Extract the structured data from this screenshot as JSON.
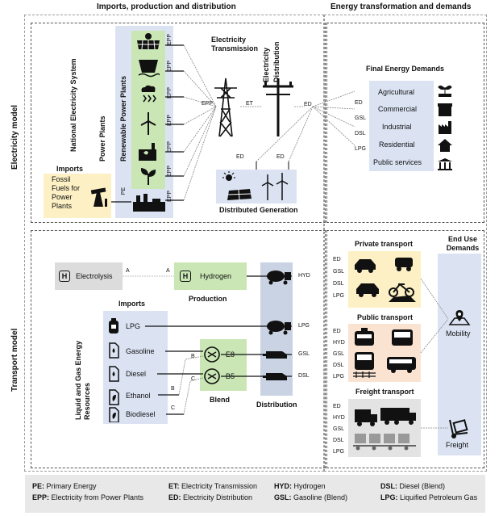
{
  "headers": {
    "left": "Imports, production and distribution",
    "right": "Energy transformation and demands"
  },
  "models": {
    "electricity": "Electricity model",
    "transport": "Transport model"
  },
  "electricity": {
    "national_system": "National Electricity System",
    "power_plants": "Power Plants",
    "renewable_plants": "Renewable Power Plants",
    "epp": "EPP",
    "pe": "PE",
    "imports_title": "Imports",
    "fossil": [
      "Fossil",
      "Fuels for",
      "Power",
      "Plants"
    ],
    "transmission": "Electricity Transmission",
    "distribution": "Electricity Distribution",
    "et": "ET",
    "ed": "ED",
    "distributed_generation": "Distributed Generation",
    "final_demands_title": "Final Energy Demands",
    "demands": [
      "Agricultural",
      "Commercial",
      "Industrial",
      "Residential",
      "Public services"
    ],
    "demand_fuels": [
      "ED",
      "GSL",
      "DSL",
      "LPG"
    ]
  },
  "transport": {
    "electrolysis": "Electrolysis",
    "hydrogen": "Hydrogen",
    "h": "H",
    "a": "A",
    "b": "B",
    "c": "C",
    "production": "Production",
    "imports_title": "Imports",
    "resources": "Liquid and Gas Energy Resources",
    "fuels": [
      "LPG",
      "Gasoline",
      "Diesel",
      "Ethanol",
      "Biodiesel"
    ],
    "e8": "E8",
    "b5": "B5",
    "blend": "Blend",
    "distribution": "Distribution",
    "dist_out": [
      "HYD",
      "LPG",
      "GSL",
      "DSL"
    ],
    "private_title": "Private transport",
    "private_fuels": [
      "ED",
      "GSL",
      "DSL",
      "LPG"
    ],
    "public_title": "Public transport",
    "public_fuels": [
      "ED",
      "HYD",
      "GSL",
      "DSL",
      "LPG"
    ],
    "freight_title": "Freight transport",
    "freight_fuels": [
      "ED",
      "HYD",
      "GSL",
      "DSL",
      "LPG"
    ],
    "end_use_title": "End Use Demands",
    "mobility": "Mobility",
    "freight": "Freight"
  },
  "legend": [
    {
      "abbr": "PE:",
      "text": "Primary Energy"
    },
    {
      "abbr": "EPP:",
      "text": "Electricity from Power Plants"
    },
    {
      "abbr": "ET:",
      "text": "Electricity Transmission"
    },
    {
      "abbr": "ED:",
      "text": "Electricity Distribution"
    },
    {
      "abbr": "HYD:",
      "text": "Hydrogen"
    },
    {
      "abbr": "GSL:",
      "text": "Gasoline (Blend)"
    },
    {
      "abbr": "DSL:",
      "text": "Diesel (Blend)"
    },
    {
      "abbr": "LPG:",
      "text": "Liquified Petroleum Gas"
    }
  ],
  "colors": {
    "blue_box": "#dbe3f3",
    "green_box": "#c9e6b4",
    "yellow_box": "#fdf0c4",
    "orange_box": "#fbe3d2",
    "gray_box": "#dcdcdc",
    "legend_bg": "#e8e8e8"
  }
}
